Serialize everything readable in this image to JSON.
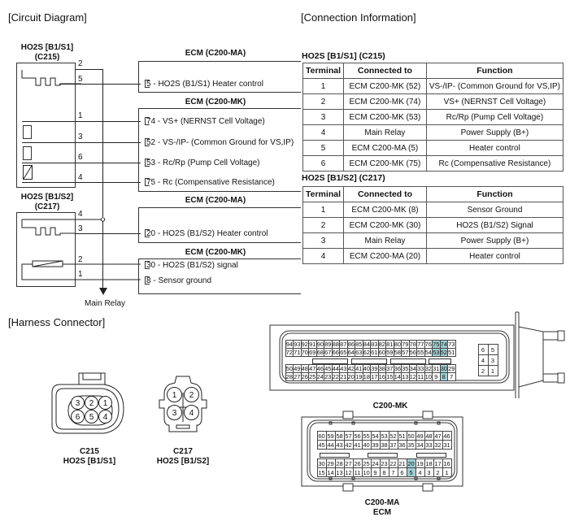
{
  "sections": {
    "circuit_diagram": "[Circuit Diagram]",
    "connection_info": "[Connection Information]",
    "harness_connector": "[Harness Connector]"
  },
  "circuit": {
    "sensor1": {
      "name": "HO2S [B1/S1]",
      "connector": "(C215)",
      "pins": [
        "2",
        "5",
        "1",
        "3",
        "6",
        "4"
      ]
    },
    "sensor2": {
      "name": "HO2S [B1/S2]",
      "connector": "(C217)",
      "pins": [
        "4",
        "3",
        "2",
        "1"
      ]
    },
    "ecm_blocks": [
      {
        "title": "ECM (C200-MA)",
        "lines": [
          "5 - HO2S (B1/S1) Heater control"
        ]
      },
      {
        "title": "ECM (C200-MK)",
        "lines": [
          "74 - VS+ (NERNST Cell Voltage)",
          "52 - VS-/IP- (Common Ground for VS,IP)",
          "53 - Rc/Rp (Pump Cell Voltage)",
          "75 - Rc (Compensative Resistance)"
        ]
      },
      {
        "title": "ECM (C200-MA)",
        "lines": [
          "20 - HO2S (B1/S2) Heater control"
        ]
      },
      {
        "title": "ECM (C200-MK)",
        "lines": [
          "30 - HO2S (B1/S2) signal",
          "8 - Sensor ground"
        ]
      }
    ],
    "main_relay": "Main Relay"
  },
  "tables": [
    {
      "title": "HO2S [B1/S1] (C215)",
      "headers": [
        "Terminal",
        "Connected to",
        "Function"
      ],
      "rows": [
        [
          "1",
          "ECM C200-MK (52)",
          "VS-/IP- (Common Ground for VS,IP)"
        ],
        [
          "2",
          "ECM C200-MK (74)",
          "VS+ (NERNST Cell Voltage)"
        ],
        [
          "3",
          "ECM C200-MK (53)",
          "Rc/Rp (Pump Cell Voltage)"
        ],
        [
          "4",
          "Main Relay",
          "Power Supply (B+)"
        ],
        [
          "5",
          "ECM C200-MA (5)",
          "Heater control"
        ],
        [
          "6",
          "ECM C200-MK (75)",
          "Rc (Compensative Resistance)"
        ]
      ]
    },
    {
      "title": "HO2S [B1/S2] (C217)",
      "headers": [
        "Terminal",
        "Connected to",
        "Function"
      ],
      "rows": [
        [
          "1",
          "ECM C200-MK (8)",
          "Sensor Ground"
        ],
        [
          "2",
          "ECM C200-MK (30)",
          "HO2S (B1/S2) Signal"
        ],
        [
          "3",
          "Main Relay",
          "Power Supply (B+)"
        ],
        [
          "4",
          "ECM C200-MA (20)",
          "Heater control"
        ]
      ]
    }
  ],
  "harness": {
    "c215": {
      "label1": "C215",
      "label2": "HO2S [B1/S1]",
      "pins_top": [
        "3",
        "2",
        "1"
      ],
      "pins_bottom": [
        "6",
        "5",
        "4"
      ]
    },
    "c217": {
      "label1": "C217",
      "label2": "HO2S [B1/S2]",
      "pins": [
        "1",
        "2",
        "3",
        "4"
      ]
    },
    "c200mk": {
      "label": "C200-MK",
      "rows": [
        [
          "94",
          "93",
          "92",
          "91",
          "90",
          "89",
          "88",
          "87",
          "86",
          "85",
          "84",
          "83",
          "82",
          "81",
          "80",
          "79",
          "78",
          "77",
          "76",
          "75",
          "74",
          "73"
        ],
        [
          "72",
          "71",
          "70",
          "69",
          "68",
          "67",
          "66",
          "65",
          "64",
          "63",
          "62",
          "61",
          "60",
          "59",
          "58",
          "57",
          "56",
          "55",
          "54",
          "53",
          "52",
          "51"
        ],
        [
          "50",
          "49",
          "48",
          "47",
          "46",
          "45",
          "44",
          "43",
          "42",
          "41",
          "40",
          "39",
          "38",
          "37",
          "36",
          "35",
          "34",
          "33",
          "32",
          "31",
          "30",
          "29"
        ],
        [
          "28",
          "27",
          "26",
          "25",
          "24",
          "23",
          "22",
          "21",
          "20",
          "19",
          "18",
          "17",
          "16",
          "15",
          "14",
          "13",
          "12",
          "11",
          "10",
          "9",
          "8",
          "7"
        ]
      ],
      "side_pins": [
        [
          "6",
          "5"
        ],
        [
          "4",
          "3"
        ],
        [
          "2",
          "1"
        ]
      ],
      "highlighted": [
        "75",
        "74",
        "53",
        "52",
        "30",
        "8"
      ]
    },
    "c200ma": {
      "label1": "C200-MA",
      "label2": "ECM",
      "rows": [
        [
          "60",
          "59",
          "58",
          "57",
          "56",
          "55",
          "54",
          "53",
          "52",
          "51",
          "50",
          "49",
          "48",
          "47",
          "46"
        ],
        [
          "45",
          "44",
          "43",
          "42",
          "41",
          "40",
          "39",
          "38",
          "37",
          "36",
          "35",
          "34",
          "33",
          "32",
          "31"
        ],
        [
          "30",
          "29",
          "28",
          "27",
          "26",
          "25",
          "24",
          "23",
          "22",
          "21",
          "20",
          "19",
          "18",
          "17",
          "16"
        ],
        [
          "15",
          "14",
          "13",
          "12",
          "11",
          "10",
          "9",
          "8",
          "7",
          "6",
          "5",
          "4",
          "3",
          "2",
          "1"
        ]
      ],
      "highlighted": [
        "20",
        "5"
      ]
    },
    "highlight_color": "#9fcfd5"
  }
}
